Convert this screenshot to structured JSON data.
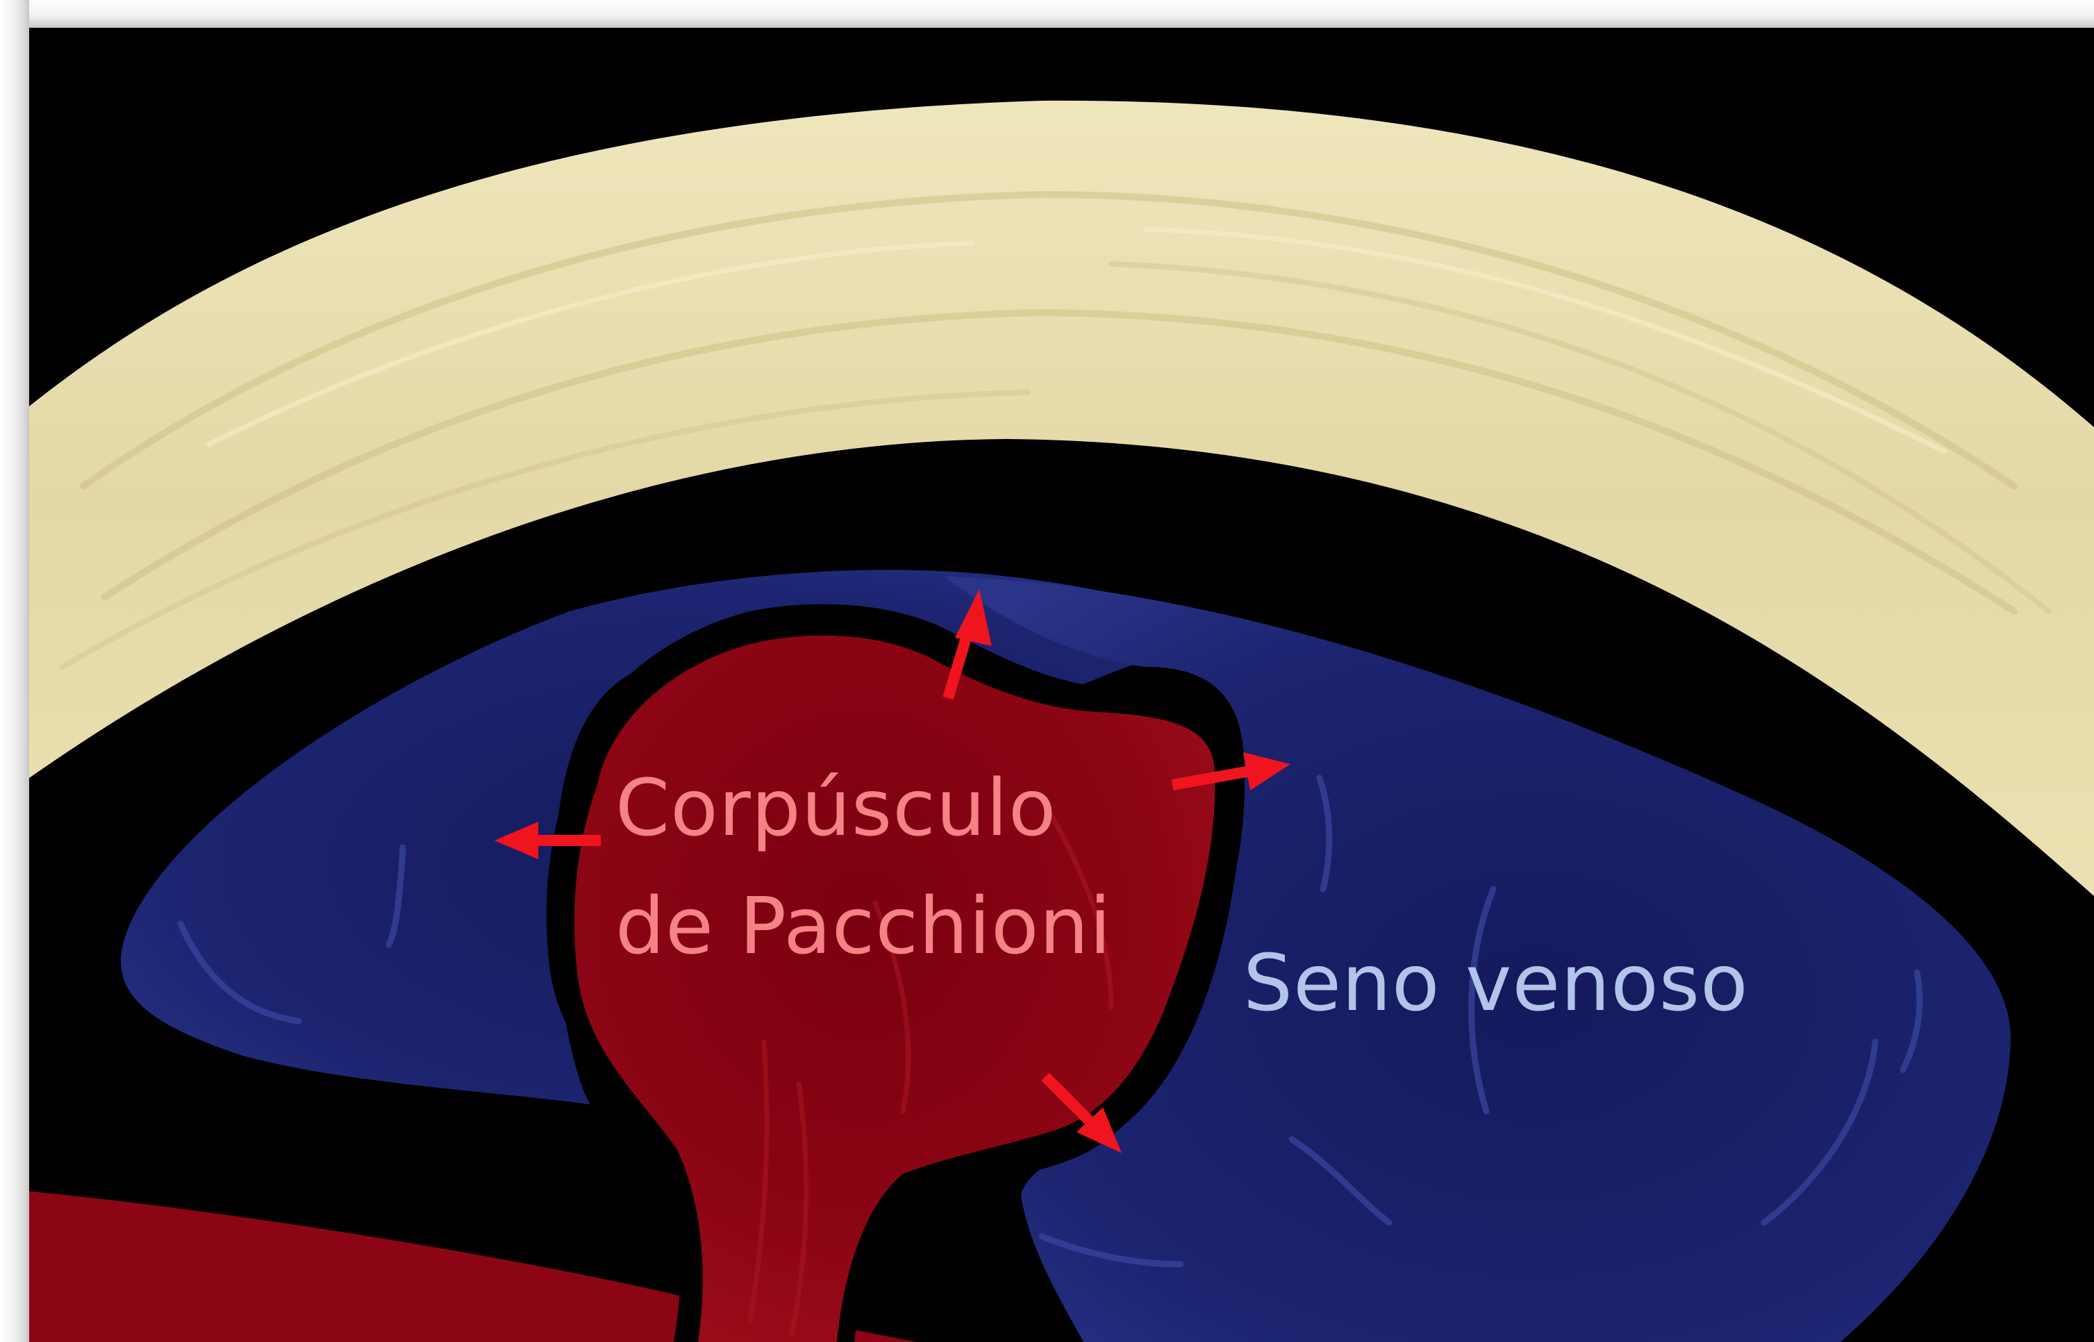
{
  "labels": {
    "corpusculo_line1": "Corpúsculo",
    "corpusculo_line2": "de Pacchioni",
    "seno": "Seno venoso"
  },
  "colors": {
    "background": "#000000",
    "bone": "#ebe1b0",
    "bone_shade": "#d3c792",
    "venous_sinus": "#1c2470",
    "venous_sinus_highlight": "#2e3a92",
    "pacchioni": "#8c0514",
    "pacchioni_highlight": "#a6141f",
    "arrow": "#f0141e",
    "corpusculo_label": "#f58386",
    "seno_label": "#b3c4ea"
  }
}
